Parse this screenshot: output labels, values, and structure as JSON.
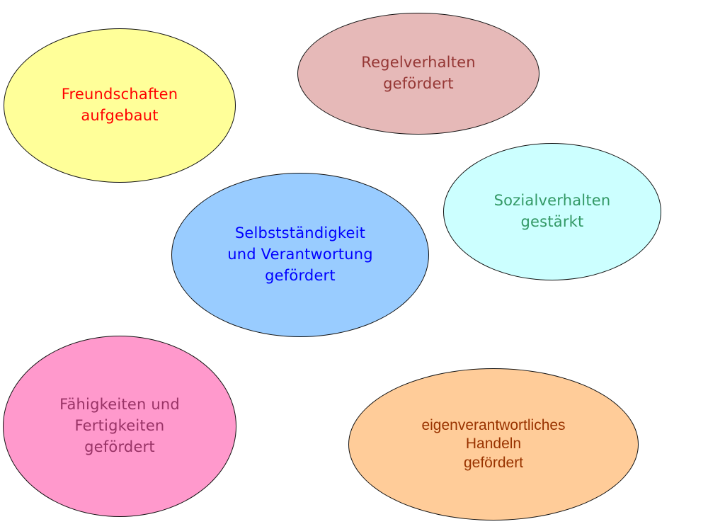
{
  "bubbles": [
    {
      "id": "freundschaften",
      "lines": [
        "Freundschaften",
        "aufgebaut"
      ],
      "fill": "#FFFF99",
      "text_color": "#FF0000"
    },
    {
      "id": "regelverhalten",
      "lines": [
        "Regelverhalten",
        "gefördert"
      ],
      "fill": "#E6B9B8",
      "text_color": "#953735"
    },
    {
      "id": "sozialverhalten",
      "lines": [
        "Sozialverhalten",
        "gestärkt"
      ],
      "fill": "#CCFFFF",
      "text_color": "#339966"
    },
    {
      "id": "selbststaendigkeit",
      "lines": [
        "Selbstständigkeit",
        "und Verantwortung",
        "gefördert"
      ],
      "fill": "#99CCFF",
      "text_color": "#0000FF"
    },
    {
      "id": "faehigkeiten",
      "lines": [
        "Fähigkeiten und",
        "Fertigkeiten",
        "gefördert"
      ],
      "fill": "#FF99CC",
      "text_color": "#993366"
    },
    {
      "id": "eigenverantwortlich",
      "lines": [
        "eigenverantwortliches",
        "Handeln",
        "gefördert"
      ],
      "fill": "#FFCC99",
      "text_color": "#993300"
    }
  ]
}
